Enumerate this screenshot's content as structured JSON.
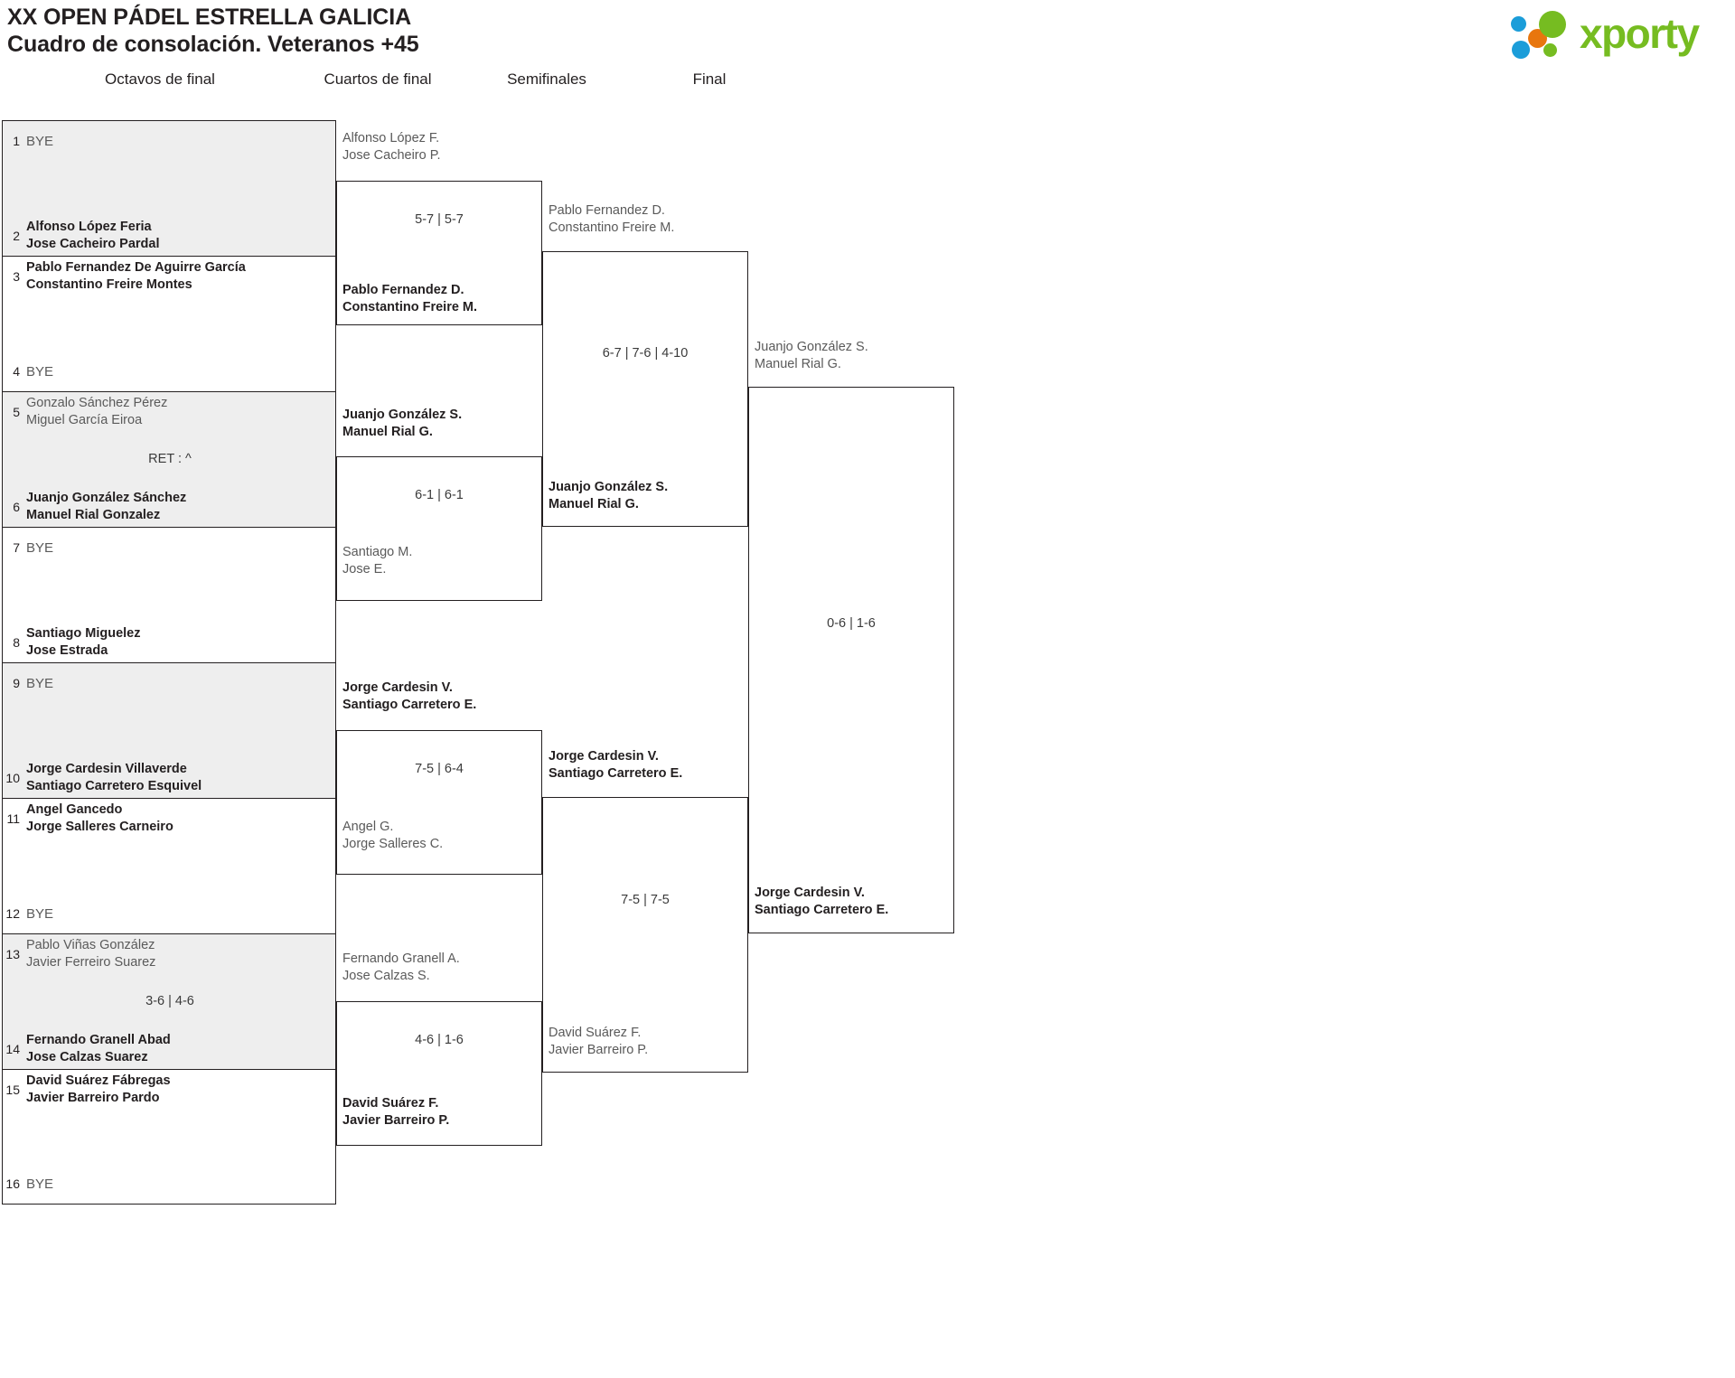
{
  "header": {
    "title_line1": "XX OPEN PÁDEL ESTRELLA GALICIA",
    "title_line2": "Cuadro de consolación. Veteranos +45",
    "logo_text": "xporty",
    "logo_colors": {
      "green": "#76bc21",
      "blue": "#1b9dd9",
      "orange": "#e8760e"
    }
  },
  "rounds": [
    {
      "label": "Octavos de final"
    },
    {
      "label": "Cuartos de final"
    },
    {
      "label": "Semifinales"
    },
    {
      "label": "Final"
    }
  ],
  "round1": {
    "entries": [
      {
        "seed": "1",
        "line1": "BYE",
        "line2": "",
        "state": "bye"
      },
      {
        "seed": "2",
        "line1": "Alfonso López Feria",
        "line2": "Jose Cacheiro Pardal",
        "state": "win"
      },
      {
        "seed": "3",
        "line1": "Pablo Fernandez De Aguirre García",
        "line2": "Constantino Freire Montes",
        "state": "win"
      },
      {
        "seed": "4",
        "line1": "BYE",
        "line2": "",
        "state": "bye"
      },
      {
        "seed": "5",
        "line1": "Gonzalo Sánchez Pérez",
        "line2": "Miguel García Eiroa",
        "state": "lose"
      },
      {
        "seed": "6",
        "line1": "Juanjo González Sánchez",
        "line2": "Manuel Rial Gonzalez",
        "state": "win"
      },
      {
        "seed": "7",
        "line1": "BYE",
        "line2": "",
        "state": "bye"
      },
      {
        "seed": "8",
        "line1": "Santiago Miguelez",
        "line2": "Jose Estrada",
        "state": "win"
      },
      {
        "seed": "9",
        "line1": "BYE",
        "line2": "",
        "state": "bye"
      },
      {
        "seed": "10",
        "line1": "Jorge Cardesin Villaverde",
        "line2": "Santiago Carretero Esquivel",
        "state": "win"
      },
      {
        "seed": "11",
        "line1": "Angel Gancedo",
        "line2": "Jorge Salleres Carneiro",
        "state": "win"
      },
      {
        "seed": "12",
        "line1": "BYE",
        "line2": "",
        "state": "bye"
      },
      {
        "seed": "13",
        "line1": "Pablo Viñas González",
        "line2": "Javier Ferreiro Suarez",
        "state": "lose"
      },
      {
        "seed": "14",
        "line1": "Fernando Granell Abad",
        "line2": "Jose Calzas Suarez",
        "state": "win"
      },
      {
        "seed": "15",
        "line1": "David Suárez Fábregas",
        "line2": "Javier Barreiro Pardo",
        "state": "win"
      },
      {
        "seed": "16",
        "line1": "BYE",
        "line2": "",
        "state": "bye"
      }
    ],
    "scores": [
      {
        "match": "1",
        "value": ""
      },
      {
        "match": "2",
        "value": ""
      },
      {
        "match": "3",
        "value": "RET : ^"
      },
      {
        "match": "4",
        "value": ""
      },
      {
        "match": "5",
        "value": ""
      },
      {
        "match": "6",
        "value": ""
      },
      {
        "match": "7",
        "value": "3-6 | 4-6"
      },
      {
        "match": "8",
        "value": ""
      }
    ]
  },
  "round2": {
    "matches": [
      {
        "top": {
          "line1": "Alfonso López F.",
          "line2": "Jose Cacheiro P.",
          "state": "lose"
        },
        "bottom": {
          "line1": "Pablo Fernandez D.",
          "line2": "Constantino Freire M.",
          "state": "win"
        },
        "score": "5-7 | 5-7"
      },
      {
        "top": {
          "line1": "Juanjo González S.",
          "line2": "Manuel Rial G.",
          "state": "win"
        },
        "bottom": {
          "line1": "Santiago M.",
          "line2": "Jose E.",
          "state": "lose"
        },
        "score": "6-1 | 6-1"
      },
      {
        "top": {
          "line1": "Jorge Cardesin V.",
          "line2": "Santiago Carretero E.",
          "state": "win"
        },
        "bottom": {
          "line1": "Angel G.",
          "line2": "Jorge Salleres C.",
          "state": "lose"
        },
        "score": "7-5 | 6-4"
      },
      {
        "top": {
          "line1": "Fernando Granell A.",
          "line2": "Jose Calzas S.",
          "state": "lose"
        },
        "bottom": {
          "line1": "David Suárez F.",
          "line2": "Javier Barreiro P.",
          "state": "win"
        },
        "score": "4-6 | 1-6"
      }
    ]
  },
  "round3": {
    "matches": [
      {
        "top": {
          "line1": "Pablo Fernandez D.",
          "line2": "Constantino Freire M.",
          "state": "lose"
        },
        "bottom": {
          "line1": "Juanjo González S.",
          "line2": "Manuel Rial G.",
          "state": "win"
        },
        "score": "6-7 | 7-6 | 4-10"
      },
      {
        "top": {
          "line1": "Jorge Cardesin V.",
          "line2": "Santiago Carretero E.",
          "state": "win"
        },
        "bottom": {
          "line1": "David Suárez F.",
          "line2": "Javier Barreiro P.",
          "state": "lose"
        },
        "score": "7-5 | 7-5"
      }
    ]
  },
  "round4": {
    "matches": [
      {
        "top": {
          "line1": "Juanjo González S.",
          "line2": "Manuel Rial G.",
          "state": "lose"
        },
        "bottom": {
          "line1": "Jorge Cardesin V.",
          "line2": "Santiago Carretero E.",
          "state": "win"
        },
        "score": "0-6 | 1-6"
      }
    ]
  }
}
